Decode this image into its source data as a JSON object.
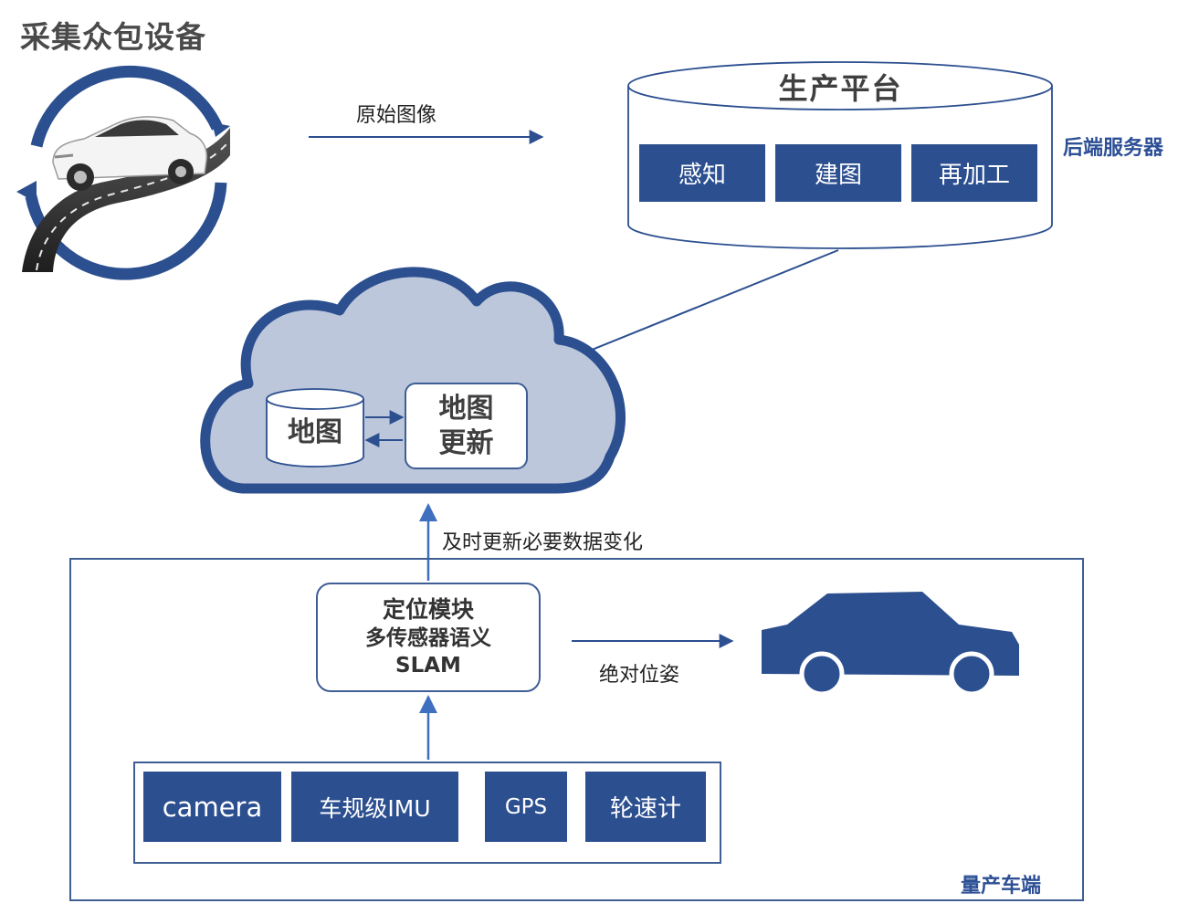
{
  "header": {
    "title": "采集众包设备"
  },
  "collection": {
    "edge_label": "原始图像"
  },
  "server": {
    "platform_title": "生产平台",
    "label": "后端服务器",
    "modules": [
      "感知",
      "建图",
      "再加工"
    ]
  },
  "cloud": {
    "map_db": "地图",
    "map_update_line1": "地图",
    "map_update_line2": "更新",
    "fill_color": "#bcc7db",
    "stroke_color": "#2c4f90"
  },
  "vehicle": {
    "upload_label": "及时更新必要数据变化",
    "module_line1": "定位模块",
    "module_line2": "多传感器语义",
    "module_line3": "SLAM",
    "output_label": "绝对位姿",
    "sensors": [
      "camera",
      "车规级IMU",
      "GPS",
      "轮速计"
    ],
    "side_label": "量产车端"
  },
  "colors": {
    "accent_blue": "#2c4f90",
    "arrow_blue": "#3f6fbf",
    "text_gray": "#3f3f3f"
  }
}
